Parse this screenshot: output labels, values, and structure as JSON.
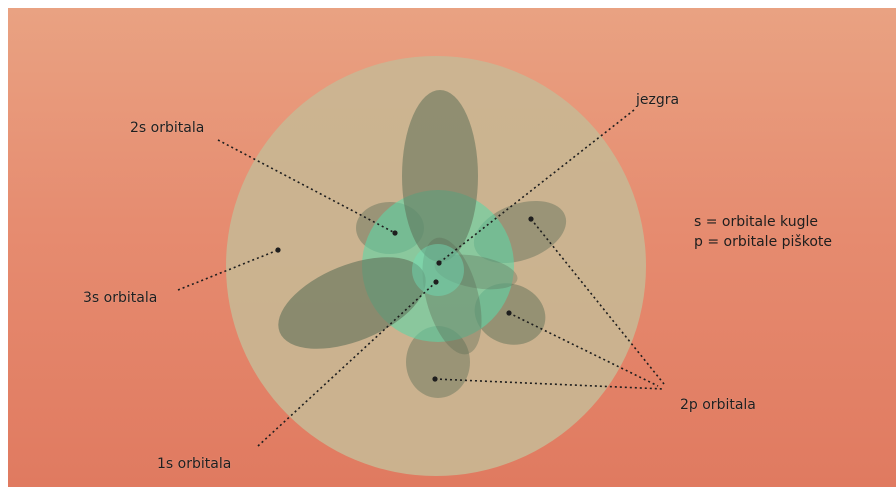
{
  "labels": {
    "s2": "2s orbitala",
    "s3": "3s orbitala",
    "s1": "1s orbitala",
    "nucleus": "jezgra",
    "p2": "2p orbitala"
  },
  "legend": {
    "s_line": "s = orbitale kugle",
    "p_line": "p = orbitale piškote"
  },
  "colors": {
    "background": "#e68c70",
    "sphere_3s": "#c9b693",
    "sphere_2s": "#5fd6a6",
    "lobe_2p": "#5f6f58"
  }
}
